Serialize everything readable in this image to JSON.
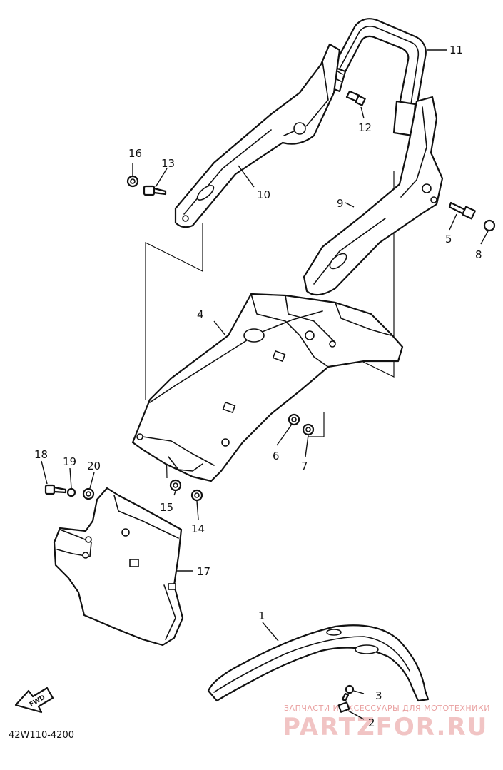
{
  "diagram_code": "42W110-4200",
  "fwd_label": "FWD",
  "callouts": [
    {
      "id": "c1",
      "label": "1"
    },
    {
      "id": "c2",
      "label": "2"
    },
    {
      "id": "c3",
      "label": "3"
    },
    {
      "id": "c4",
      "label": "4"
    },
    {
      "id": "c5",
      "label": "5"
    },
    {
      "id": "c6",
      "label": "6"
    },
    {
      "id": "c7",
      "label": "7"
    },
    {
      "id": "c8",
      "label": "8"
    },
    {
      "id": "c9",
      "label": "9"
    },
    {
      "id": "c10",
      "label": "10"
    },
    {
      "id": "c11",
      "label": "11"
    },
    {
      "id": "c12",
      "label": "12"
    },
    {
      "id": "c13",
      "label": "13"
    },
    {
      "id": "c14",
      "label": "14"
    },
    {
      "id": "c15",
      "label": "15"
    },
    {
      "id": "c16",
      "label": "16"
    },
    {
      "id": "c17",
      "label": "17"
    },
    {
      "id": "c18",
      "label": "18"
    },
    {
      "id": "c19",
      "label": "19"
    },
    {
      "id": "c20",
      "label": "20"
    }
  ],
  "watermark": {
    "tagline": "ЗАПЧАСТИ И АКСЕССУАРЫ ДЛЯ МОТОТЕХНИКИ",
    "brand": "PARTZFOR.RU"
  },
  "colors": {
    "line": "#111111",
    "background": "#ffffff",
    "watermark": "#e9a0a0"
  }
}
